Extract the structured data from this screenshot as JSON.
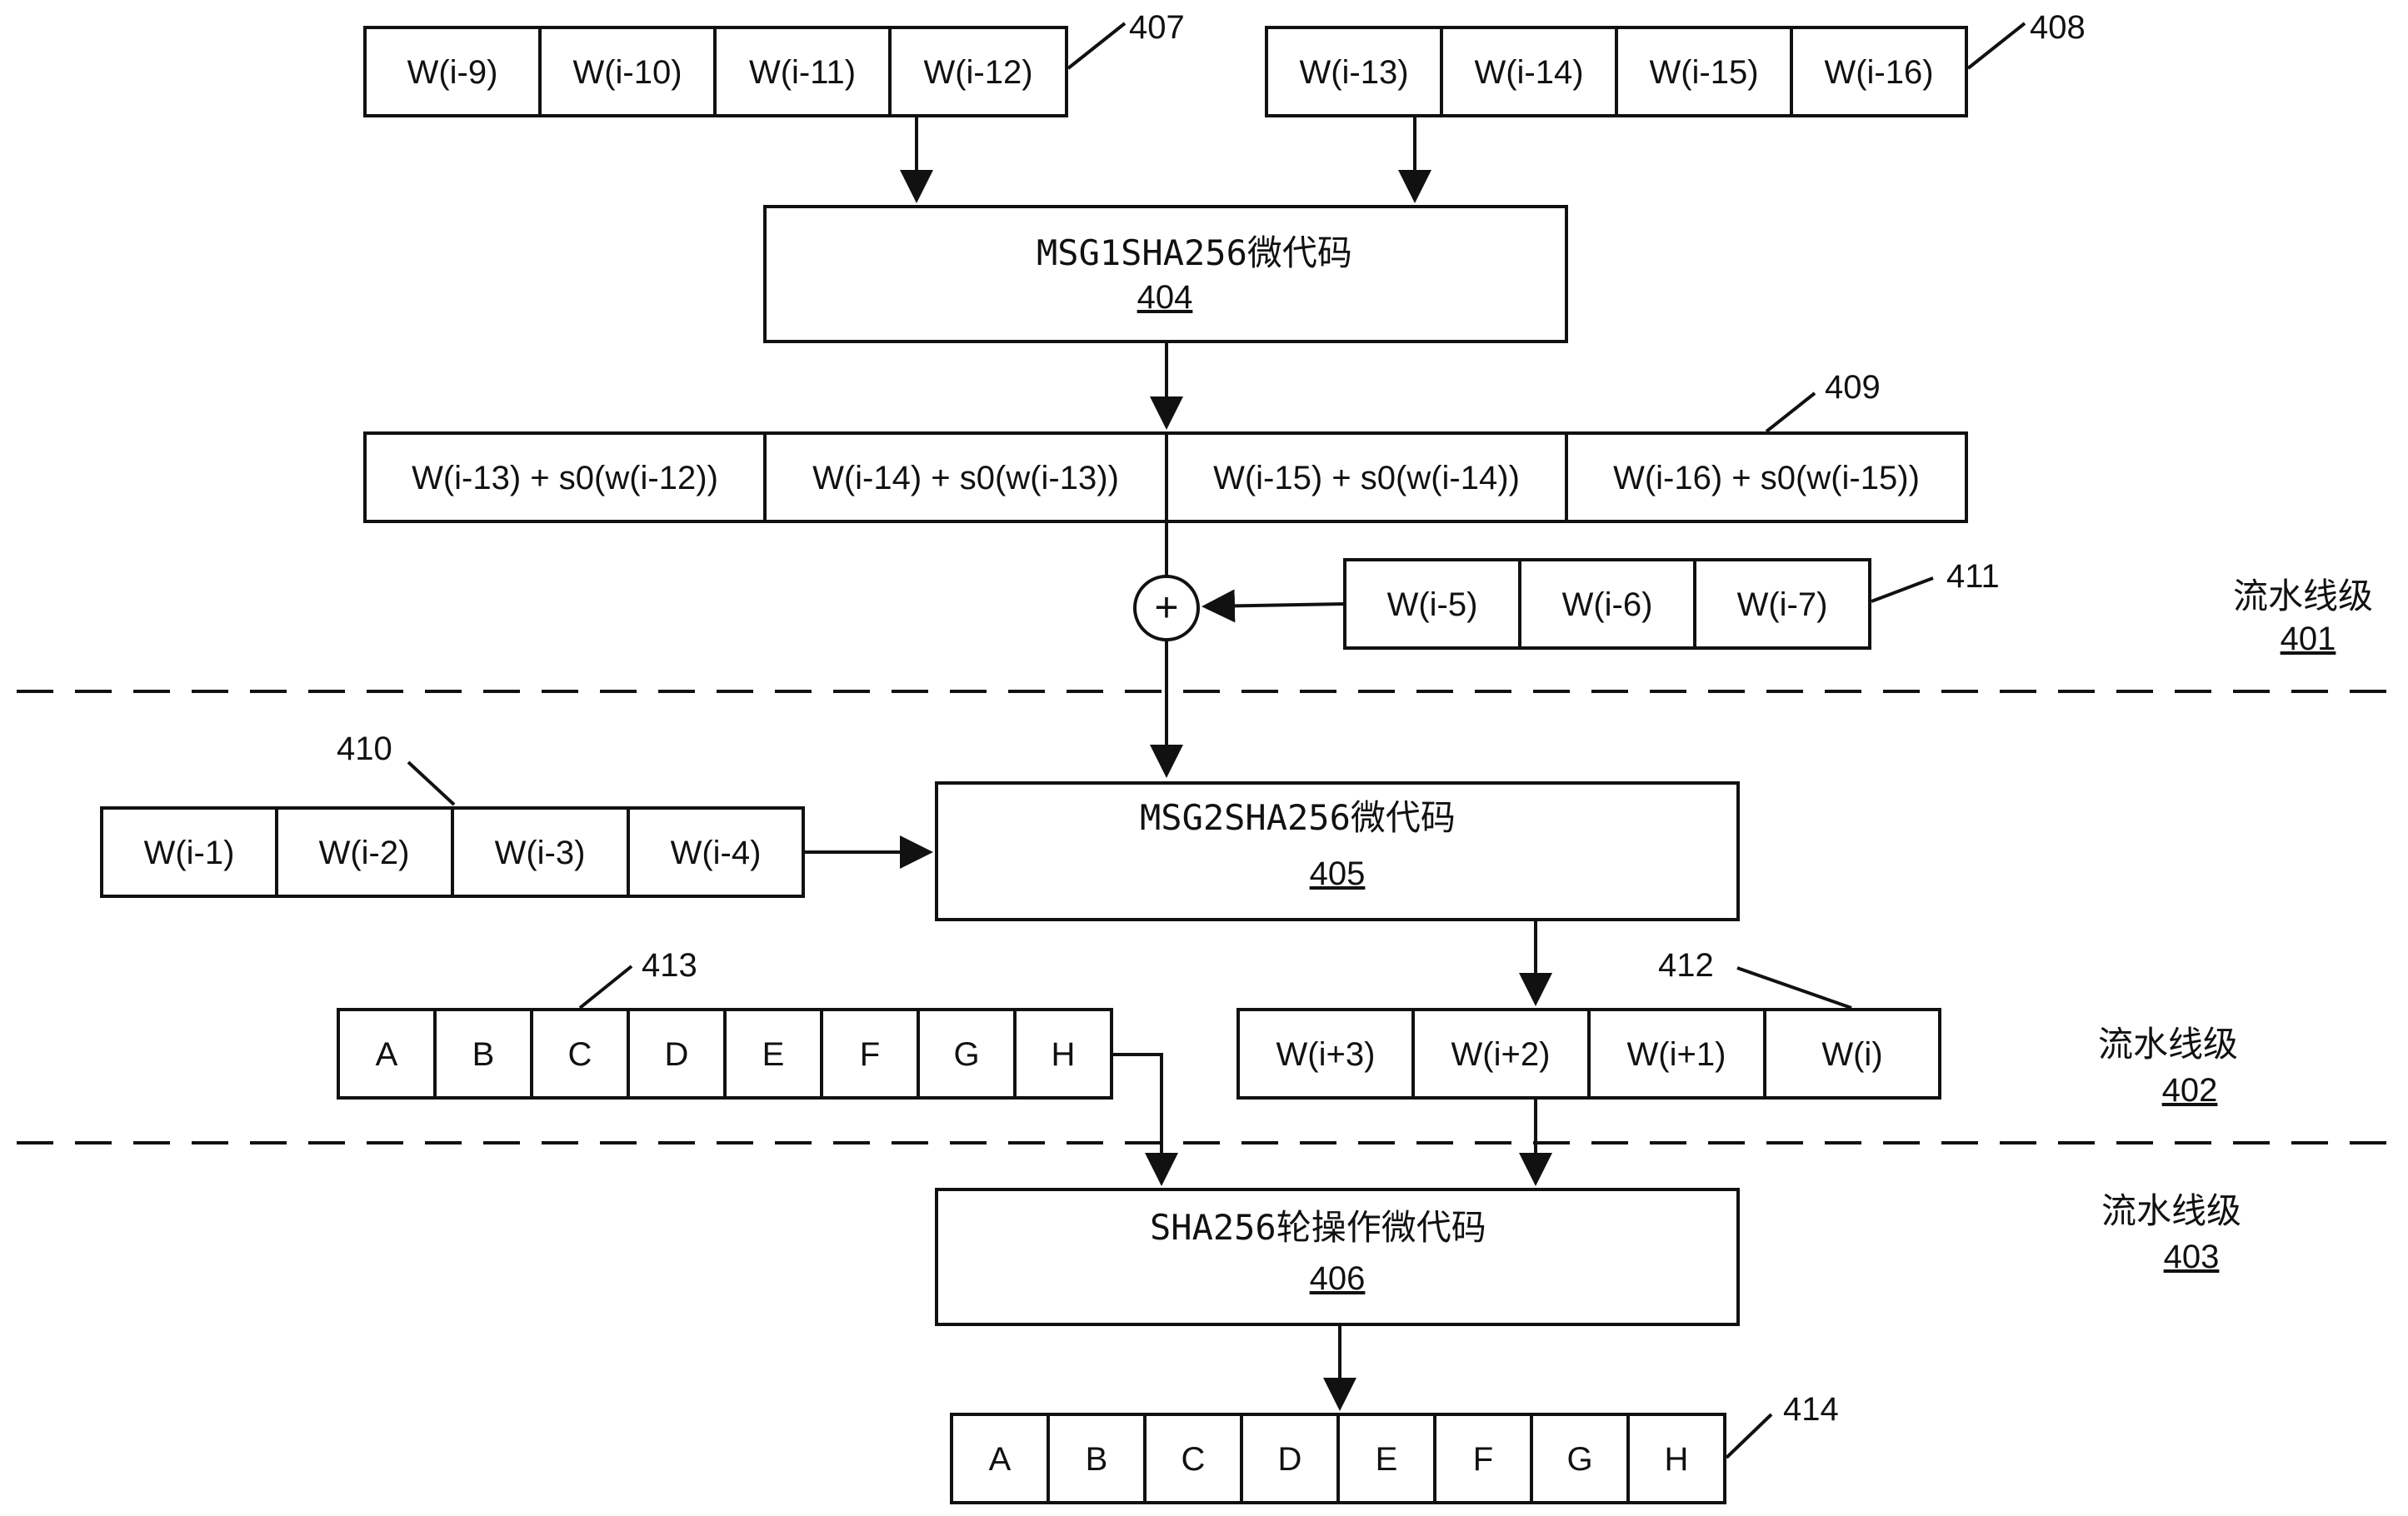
{
  "registers": {
    "r407": {
      "ref": "407",
      "cells": [
        "W(i-9)",
        "W(i-10)",
        "W(i-11)",
        "W(i-12)"
      ]
    },
    "r408": {
      "ref": "408",
      "cells": [
        "W(i-13)",
        "W(i-14)",
        "W(i-15)",
        "W(i-16)"
      ]
    },
    "r409": {
      "ref": "409",
      "cells": [
        "W(i-13) + s0(w(i-12))",
        "W(i-14) + s0(w(i-13))",
        "W(i-15) + s0(w(i-14))",
        "W(i-16) + s0(w(i-15))"
      ]
    },
    "r411": {
      "ref": "411",
      "cells": [
        "W(i-5)",
        "W(i-6)",
        "W(i-7)"
      ]
    },
    "r410": {
      "ref": "410",
      "cells": [
        "W(i-1)",
        "W(i-2)",
        "W(i-3)",
        "W(i-4)"
      ]
    },
    "r413": {
      "ref": "413",
      "cells": [
        "A",
        "B",
        "C",
        "D",
        "E",
        "F",
        "G",
        "H"
      ]
    },
    "r412": {
      "ref": "412",
      "cells": [
        "W(i+3)",
        "W(i+2)",
        "W(i+1)",
        "W(i)"
      ]
    },
    "r414": {
      "ref": "414",
      "cells": [
        "A",
        "B",
        "C",
        "D",
        "E",
        "F",
        "G",
        "H"
      ]
    }
  },
  "blocks": {
    "b404": {
      "label": "MSG1SHA256微代码",
      "ref": "404"
    },
    "b405": {
      "label": "MSG2SHA256微代码",
      "ref": "405"
    },
    "b406": {
      "label": "SHA256轮操作微代码",
      "ref": "406"
    }
  },
  "adder": {
    "symbol": "+"
  },
  "stages": [
    {
      "label": "流水线级",
      "ref": "401"
    },
    {
      "label": "流水线级",
      "ref": "402"
    },
    {
      "label": "流水线级",
      "ref": "403"
    }
  ]
}
